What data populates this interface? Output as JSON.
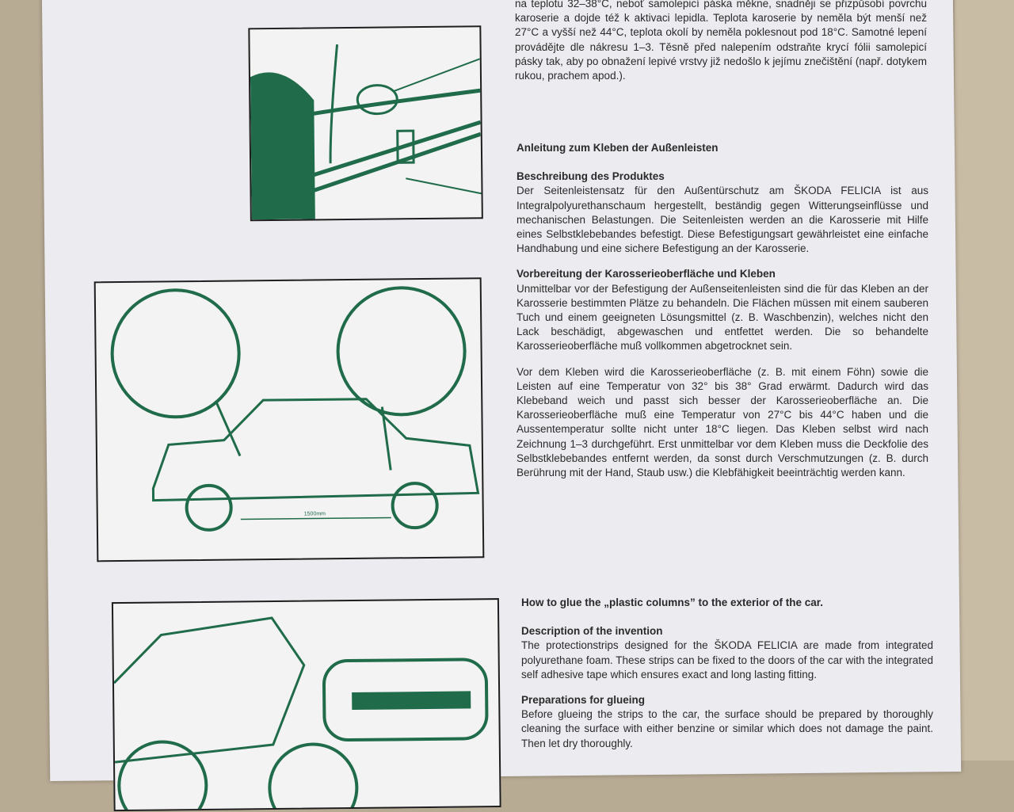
{
  "czech_tail": "na teplotu 32–38°C, neboť samolepicí páska měkne, snadněji se přizpůsobí povrchu karoserie a dojde též k aktivaci lepidla. Teplota karoserie by neměla být menší než 27°C a vyšší než 44°C, teplota okolí by neměla poklesnout pod 18°C. Samotné lepení provádějte dle nákresu 1–3. Těsně před nalepením odstraňte krycí fólii samolepicí pásky tak, aby po obnažení lepivé vrstvy již nedošlo k jejímu znečištění (např. dotykem rukou, prachem apod.).",
  "german": {
    "title": "Anleitung zum Kleben der Außenleisten",
    "desc_heading": "Beschreibung des Produktes",
    "desc_text": "Der Seitenleistensatz für den Außentürschutz am ŠKODA FELICIA ist aus Integralpolyurethanschaum hergestellt, beständig gegen Witterungseinflüsse und mechanischen Belastungen. Die Seitenleisten werden an die Karosserie mit Hilfe eines Selbstklebebandes befestigt. Diese Befestigungsart gewährleistet eine einfache Handhabung und eine sichere Befestigung an der Karosserie.",
    "prep_heading": "Vorbereitung der Karosserieoberfläche und Kleben",
    "prep_text1": "Unmittelbar vor der Befestigung der Außenseitenleisten sind die für das Kleben an der Karosserie bestimmten Plätze zu behandeln. Die Flächen müssen mit einem sauberen Tuch und einem geeigneten Lösungsmittel (z. B. Waschbenzin), welches nicht den Lack beschädigt, abgewaschen und entfettet werden. Die so behandelte Karosserieoberfläche muß vollkommen abgetrocknet sein.",
    "prep_text2": "Vor dem Kleben wird die Karosserieoberfläche (z. B. mit einem Föhn) sowie die Leisten auf eine Temperatur von 32° bis 38° Grad erwärmt. Dadurch wird das Klebeband weich und passt sich besser der Karosserieoberfläche an. Die Karosserieoberfläche muß eine Temperatur von 27°C bis 44°C haben und die Aussentemperatur sollte nicht unter 18°C liegen. Das Kleben selbst wird nach Zeichnung 1–3 durchgeführt. Erst unmittelbar vor dem Kleben muss die Deckfolie des Selbstklebebandes entfernt werden, da sonst durch Verschmutzungen (z. B. durch Berührung mit der Hand, Staub usw.) die Klebfähigkeit beeinträchtig werden kann."
  },
  "english": {
    "title": "How to glue the „plastic columns” to the exterior of the car.",
    "desc_heading": "Description of the invention",
    "desc_text": "The protectionstrips designed for the ŠKODA FELICIA are made from integrated polyurethane foam. These strips can be fixed to the doors of the car with the integrated self adhesive tape which ensures exact and long lasting fitting.",
    "prep_heading": "Preparations for glueing",
    "prep_text": "Before glueing the strips to the car, the surface should be prepared by thoroughly cleaning the surface with either benzine or similar which does not damage the paint. Then let dry thoroughly."
  },
  "figure_label": "1500mm",
  "colors": {
    "ink": "#1f6b4a"
  }
}
